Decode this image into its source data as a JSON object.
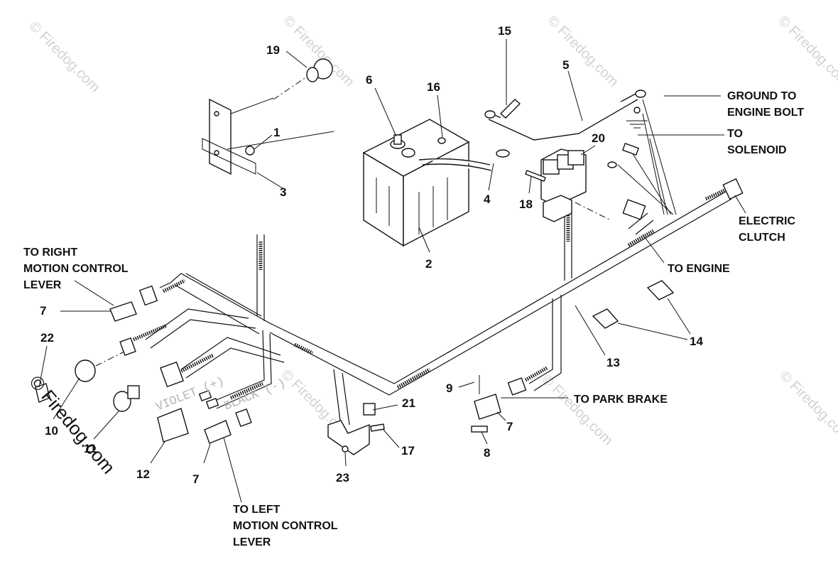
{
  "watermarks": [
    "© Firedog.com",
    "© Firedog.com",
    "© Firedog.com",
    "© Firedog.com",
    "© Firedog.com",
    "© Firedog.com",
    "© Firedog.com"
  ],
  "callouts": [
    "19",
    "1",
    "3",
    "6",
    "16",
    "15",
    "5",
    "4",
    "2",
    "20",
    "18",
    "7",
    "22",
    "10",
    "11",
    "12",
    "7",
    "23",
    "21",
    "17",
    "9",
    "7",
    "8",
    "13",
    "14"
  ],
  "labels": {
    "ground": [
      "GROUND TO",
      "ENGINE BOLT"
    ],
    "solenoid": [
      "TO",
      "SOLENOID"
    ],
    "clutch": [
      "ELECTRIC",
      "CLUTCH"
    ],
    "engine": "TO ENGINE",
    "right_lever": [
      "TO RIGHT",
      "MOTION CONTROL",
      "LEVER"
    ],
    "park_brake": "TO PARK BRAKE",
    "left_lever": [
      "TO LEFT",
      "MOTION CONTROL",
      "LEVER"
    ]
  },
  "wire_marks": [
    "VIOLET (+)",
    "BLACK (-)"
  ],
  "credit": "© Firedog.com"
}
